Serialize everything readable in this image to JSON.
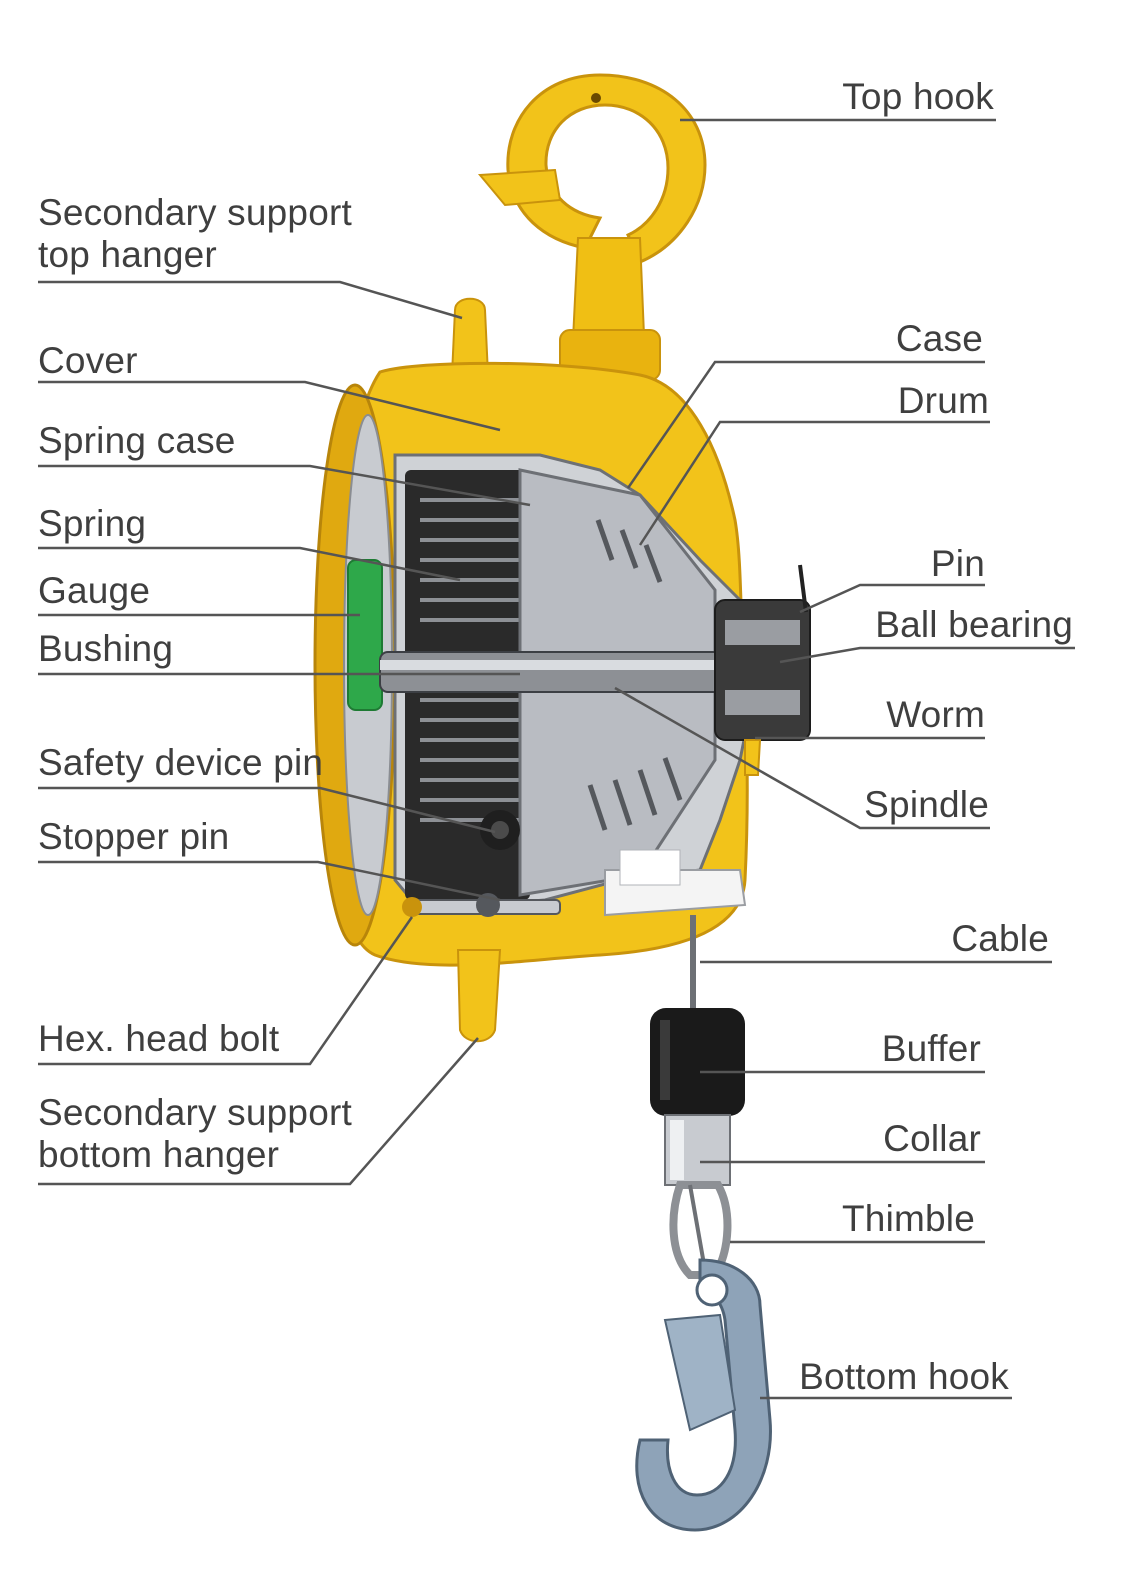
{
  "labels_left": {
    "secondary_support_top_hanger": [
      "Secondary support",
      "top hanger"
    ],
    "cover": "Cover",
    "spring_case": "Spring case",
    "spring": "Spring",
    "gauge": "Gauge",
    "bushing": "Bushing",
    "safety_device_pin": "Safety device pin",
    "stopper_pin": "Stopper pin",
    "hex_head_bolt": "Hex. head bolt",
    "secondary_support_bottom_hanger": [
      "Secondary support",
      "bottom hanger"
    ]
  },
  "labels_right": {
    "top_hook": "Top hook",
    "case": "Case",
    "drum": "Drum",
    "pin": "Pin",
    "ball_bearing": "Ball bearing",
    "worm": "Worm",
    "spindle": "Spindle",
    "cable": "Cable",
    "buffer": "Buffer",
    "collar": "Collar",
    "thimble": "Thimble",
    "bottom_hook": "Bottom hook"
  },
  "colors": {
    "body_yellow": "#f2c31a",
    "body_shadow": "#c9930c",
    "metal_silver": "#b9bcc2",
    "metal_dark": "#2a2a2a",
    "gauge_green": "#2ea84a",
    "hook_blue_grey": "#8ea3b8",
    "buffer_black": "#1a1a1a",
    "leader_line": "#555555",
    "label_text": "#3f3f3f"
  }
}
